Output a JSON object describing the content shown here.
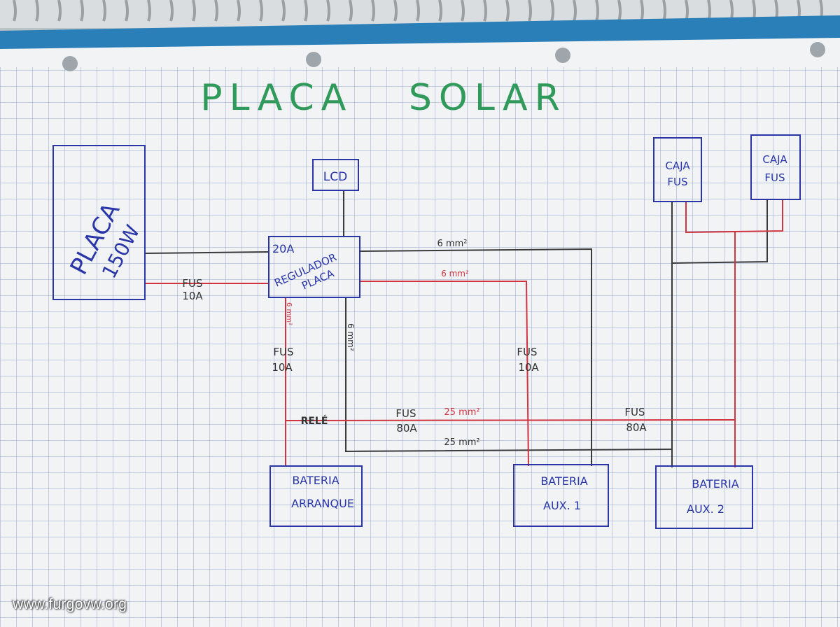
{
  "site": {
    "watermark": "www.furgovw.org"
  },
  "diagram": {
    "title": "PLACA   SOLAR",
    "colors": {
      "title": "#2f9a5a",
      "boxes": "#2a36a8",
      "wire_black": "#3a3a3a",
      "wire_red": "#d0343f",
      "grid": "#8fa3cf"
    },
    "components": {
      "panel": {
        "line1": "PLACA",
        "line2": "150W"
      },
      "lcd": {
        "label": "LCD"
      },
      "regulator": {
        "rating": "20A",
        "line1": "REGULADOR",
        "line2": "PLACA"
      },
      "fuse_box_1": {
        "line1": "CAJA",
        "line2": "FUS"
      },
      "fuse_box_2": {
        "line1": "CAJA",
        "line2": "FUS"
      },
      "battery_start": {
        "line1": "BATERIA",
        "line2": "ARRANQUE"
      },
      "battery_aux1": {
        "line1": "BATERIA",
        "line2": "AUX. 1"
      },
      "battery_aux2": {
        "line1": "BATERIA",
        "line2": "AUX. 2"
      }
    },
    "labels": {
      "fuse_panel": {
        "line1": "FUS",
        "line2": "10A"
      },
      "fuse_start": {
        "line1": "FUS",
        "line2": "10A"
      },
      "fuse_aux1": {
        "line1": "FUS",
        "line2": "10A"
      },
      "fuse_relay": {
        "line1": "FUS",
        "line2": "80A"
      },
      "fuse_aux2": {
        "line1": "FUS",
        "line2": "80A"
      },
      "relay": "RELÉ",
      "wire_top_black": "6 mm²",
      "wire_top_red": "6 mm²",
      "wire_vert_red": "6 mm²",
      "wire_vert_black": "6 mm²",
      "wire_bottom_red": "25 mm²",
      "wire_bottom_black": "25 mm²"
    }
  }
}
